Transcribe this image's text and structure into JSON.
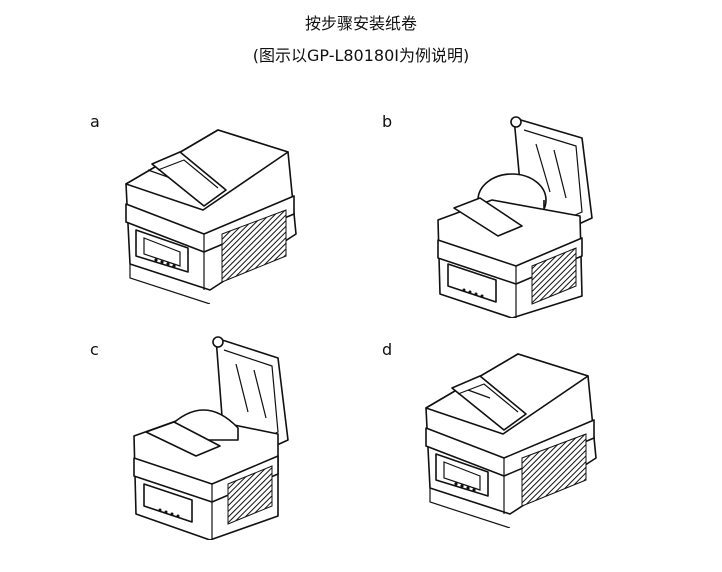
{
  "document": {
    "title": "按步骤安装纸卷",
    "subtitle": "(图示以GP-L80180I为例说明)"
  },
  "steps": [
    {
      "label": "a",
      "state": "cover-closed"
    },
    {
      "label": "b",
      "state": "cover-open-with-roll"
    },
    {
      "label": "c",
      "state": "cover-open-roll-inserted"
    },
    {
      "label": "d",
      "state": "cover-closed-paper-out"
    }
  ]
}
